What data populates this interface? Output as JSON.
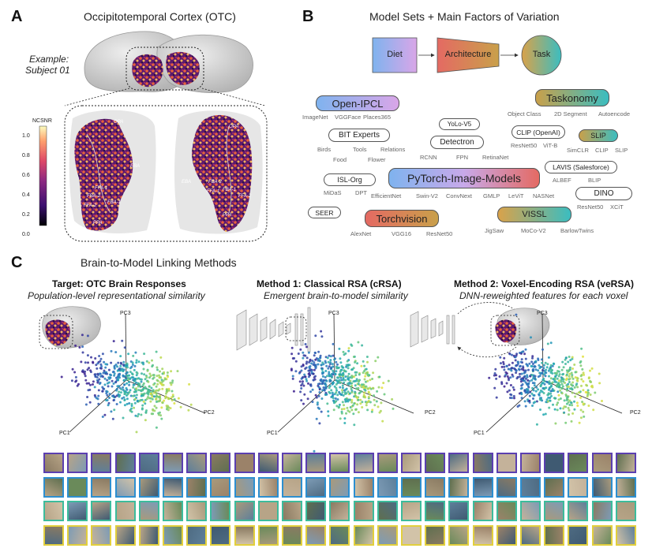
{
  "panel_a": {
    "letter": "A",
    "title": "Occipitotemporal Cortex (OTC)",
    "example_line1": "Example:",
    "example_line2": "Subject 01",
    "colorbar_label": "NCSNR",
    "colorbar_ticks": [
      "1.0",
      "0.8",
      "0.6",
      "0.4",
      "0.2",
      "0.0"
    ],
    "roi_labels": [
      "OPA",
      "EBA",
      "FFA-1",
      "FBA-2",
      "FFA-2",
      "FBA-1",
      "PPA",
      "OPA",
      "EBA",
      "FBA-2",
      "FBA-1",
      "FFA-1",
      "FFA-2",
      "PPA"
    ]
  },
  "panel_b": {
    "letter": "B",
    "title": "Model Sets +  Main Factors of Variation",
    "flow": {
      "diet": "Diet",
      "architecture": "Architecture",
      "task": "Task"
    },
    "model_sets": [
      {
        "name": "Open-IPCL",
        "subs": [
          "ImageNet",
          "VGGFace",
          "Places365"
        ]
      },
      {
        "name": "BIT Experts",
        "subs": [
          "Birds",
          "Tools",
          "Relations",
          "Food",
          "Flower"
        ]
      },
      {
        "name": "YoLo-V5",
        "subs": []
      },
      {
        "name": "Detectron",
        "subs": [
          "RCNN",
          "FPN",
          "RetinaNet"
        ]
      },
      {
        "name": "CLIP (OpenAI)",
        "subs": [
          "ResNet50",
          "ViT-B"
        ]
      },
      {
        "name": "Taskonomy",
        "subs": [
          "Object Class",
          "2D Segment",
          "Autoencode"
        ]
      },
      {
        "name": "SLIP",
        "subs": [
          "SimCLR",
          "CLIP",
          "SLIP"
        ]
      },
      {
        "name": "ISL-Org",
        "subs": [
          "MiDaS",
          "DPT"
        ]
      },
      {
        "name": "PyTorch-Image-Models",
        "subs": [
          "EfficientNet",
          "Swin-V2",
          "ConvNext",
          "GMLP",
          "LeViT",
          "NASNet"
        ]
      },
      {
        "name": "LAVIS (Salesforce)",
        "subs": [
          "ALBEF",
          "BLIP"
        ]
      },
      {
        "name": "DINO",
        "subs": [
          "ResNet50",
          "XCiT"
        ]
      },
      {
        "name": "SEER",
        "subs": []
      },
      {
        "name": "Torchvision",
        "subs": [
          "AlexNet",
          "VGG16",
          "ResNet50"
        ]
      },
      {
        "name": "VISSL",
        "subs": [
          "JigSaw",
          "MoCo-V2",
          "BarlowTwins"
        ]
      }
    ]
  },
  "panel_c": {
    "letter": "C",
    "title": "Brain-to-Model Linking Methods",
    "columns": [
      {
        "heading": "Target: OTC Brain Responses",
        "subtitle": "Population-level representational similarity"
      },
      {
        "heading": "Method 1: Classical RSA (cRSA)",
        "subtitle": "Emergent brain-to-model similarity"
      },
      {
        "heading": "Method 2: Voxel-Encoding RSA (veRSA)",
        "subtitle": "DNN-reweighted features for each voxel"
      }
    ],
    "axes": {
      "pc1": "PC1",
      "pc2": "PC2",
      "pc3": "PC3"
    }
  },
  "colors": {
    "diet_gradient": [
      "#7fb3ee",
      "#d9a6e8"
    ],
    "architecture_gradient": [
      "#e46a63",
      "#c9a04a"
    ],
    "task_gradient": [
      "#d9a24a",
      "#3bbdc0"
    ],
    "cmap": [
      "#3b1c8c",
      "#2a6fbd",
      "#1fa8b4",
      "#59c483",
      "#e7e23a"
    ],
    "brain_cmap": [
      "#000004",
      "#3b0f6f",
      "#8c2981",
      "#de4968",
      "#fe9f6d",
      "#fcfdbf"
    ],
    "thumb_rows": [
      "#5b3fb0",
      "#2d8fd0",
      "#3cbc9c",
      "#e2cf3d"
    ]
  }
}
